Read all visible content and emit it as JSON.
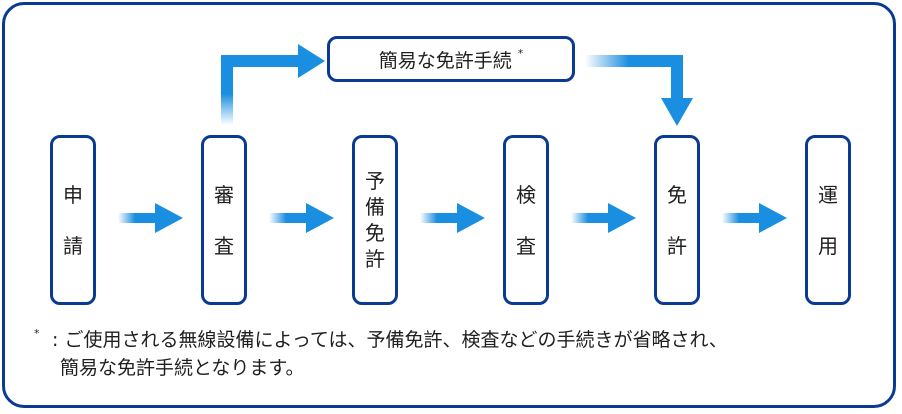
{
  "steps": [
    {
      "id": "shinsei",
      "chars": [
        "申",
        "請"
      ]
    },
    {
      "id": "shinsa",
      "chars": [
        "審",
        "査"
      ]
    },
    {
      "id": "yobi-menkyo",
      "chars": [
        "予",
        "備",
        "免",
        "許"
      ]
    },
    {
      "id": "kensa",
      "chars": [
        "検",
        "査"
      ]
    },
    {
      "id": "menkyo",
      "chars": [
        "免",
        "許"
      ]
    },
    {
      "id": "unyou",
      "chars": [
        "運",
        "用"
      ]
    }
  ],
  "simple_procedure": {
    "label": "簡易な免許手続",
    "mark": "*"
  },
  "footnote": {
    "mark": "*",
    "line1": ": ご使用される無線設備によっては、予備免許、検査などの手続きが省略され、",
    "line2": "簡易な免許手続となります。"
  },
  "colors": {
    "border": "#0b3a93",
    "arrow": "#1a8ee0"
  }
}
